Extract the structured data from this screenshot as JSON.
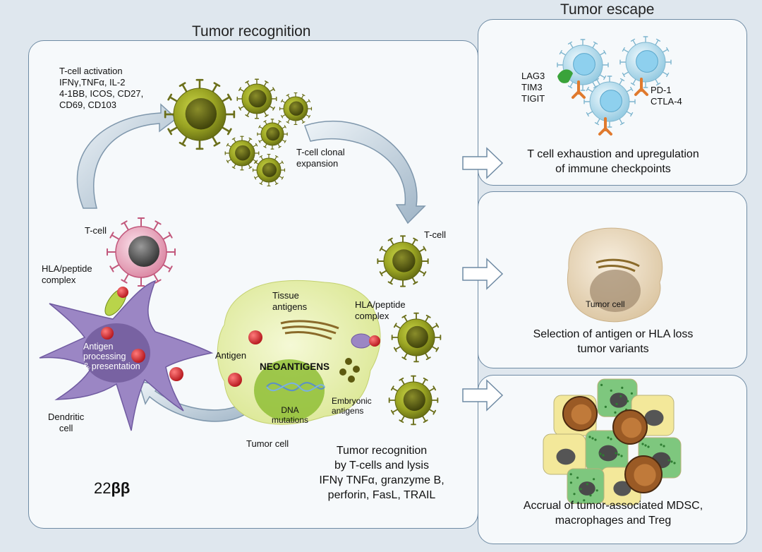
{
  "titles": {
    "recognition": "Tumor recognition",
    "escape": "Tumor escape"
  },
  "recognition": {
    "activation_text": "T-cell activation\nIFNγ,TNFα, IL-2\n4-1BB, ICOS, CD27,\nCD69, CD103",
    "clonal_expansion": "T-cell clonal\nexpansion",
    "tcell_left": "T-cell",
    "tcell_right": "T-cell",
    "hla_left": "HLA/peptide\ncomplex",
    "hla_right": "HLA/peptide\ncomplex",
    "antigen_processing": "Antigen\nprocessing\n& presentation",
    "dendritic_cell": "Dendritic\ncell",
    "antigen": "Antigen",
    "tissue_antigens": "Tissue\nantigens",
    "neoantigens": "NEOANTIGENS",
    "dna_mutations": "DNA\nmutations",
    "embryonic_antigens": "Embryonic\nantigens",
    "tumor_cell": "Tumor cell",
    "lysis_caption": "Tumor recognition\nby T-cells and lysis\nIFNγ TNFα, granzyme B,\nperforin, FasL, TRAIL",
    "footnote_prefix": "22",
    "footnote_bold": "ββ"
  },
  "escape": {
    "checkpoints_left": "LAG3\nTIM3\nTIGIT",
    "checkpoints_right": "PD-1\nCTLA-4",
    "exhaustion_caption": "T cell exhaustion and upregulation\nof immune checkpoints",
    "tumor_cell_label": "Tumor cell",
    "selection_caption": "Selection of antigen or HLA loss\ntumor variants",
    "accrual_caption": "Accrual of tumor-associated MDSC,\nmacrophages and Treg"
  },
  "colors": {
    "tcell": "#8e9a1c",
    "tcell_core": "#4d5210",
    "dendritic": "#9b86c4",
    "tumor": "#e6efb0",
    "antigen": "#d8232a",
    "exhausted_tcell": "#a9d6ea",
    "checkpoint": "#e07a2e",
    "panel_border": "#6f8ba4"
  }
}
